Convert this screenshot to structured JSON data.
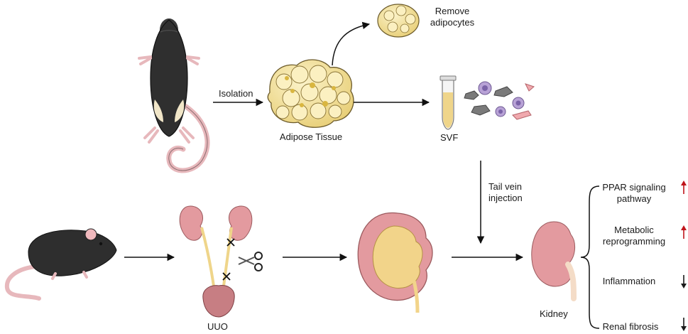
{
  "labels": {
    "isolation": "Isolation",
    "adipose_tissue": "Adipose Tissue",
    "remove_adipocytes": [
      "Remove",
      "adipocytes"
    ],
    "svf": "SVF",
    "tail_vein_injection": [
      "Tail vein",
      "injection"
    ],
    "uuo": "UUO",
    "kidney": "Kidney"
  },
  "outcomes": [
    {
      "label": [
        "PPAR signaling",
        "pathway"
      ],
      "direction": "up",
      "color": "#c0151b"
    },
    {
      "label": [
        "Metabolic",
        "reprogramming"
      ],
      "direction": "up",
      "color": "#c0151b"
    },
    {
      "label": [
        "Inflammation"
      ],
      "direction": "down",
      "color": "#1a1a1a"
    },
    {
      "label": [
        "Renal fibrosis"
      ],
      "direction": "down",
      "color": "#1a1a1a"
    }
  ],
  "colors": {
    "mouse": "#2e2e2e",
    "kidney": "#e39a9f",
    "fat": "#f5e3a6",
    "tube": "#efd58a"
  }
}
